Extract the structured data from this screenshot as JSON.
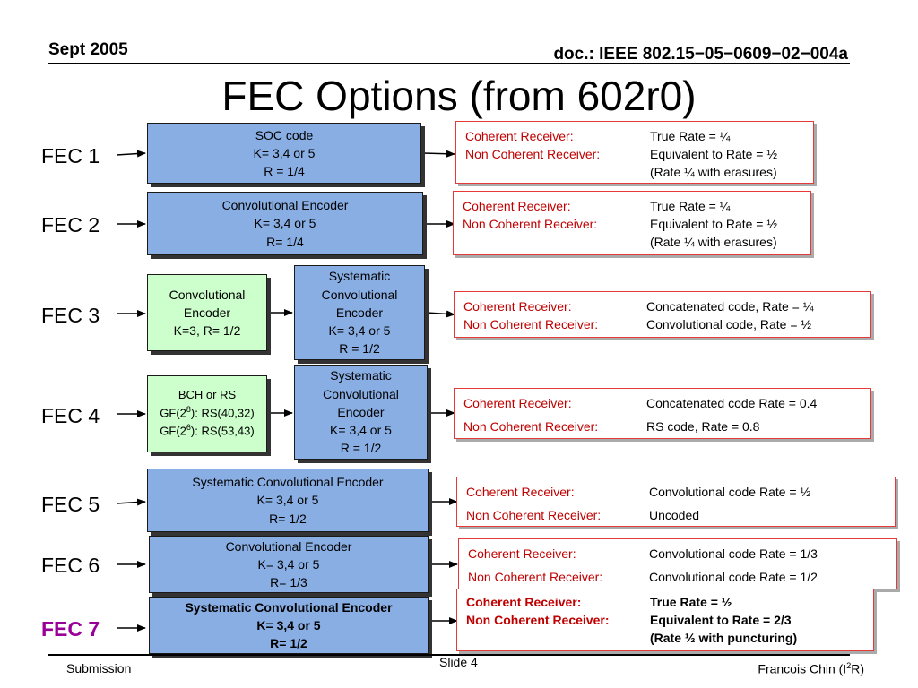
{
  "header": {
    "date": "Sept 2005",
    "doc_id": "doc.: IEEE 802.15−05−0609−02−004a"
  },
  "title": "FEC Options (from 602r0)",
  "fecs": [
    {
      "label": "FEC 1",
      "color": "#000000",
      "encoders": [
        {
          "lines": [
            "SOC code",
            "K= 3,4 or 5",
            "R = 1/4"
          ]
        }
      ],
      "result": [
        [
          "Coherent Receiver:",
          "True Rate = ¼"
        ],
        [
          "Non Coherent Receiver:",
          "Equivalent to Rate = ½"
        ],
        [
          "",
          "(Rate ¼ with erasures)"
        ]
      ]
    },
    {
      "label": "FEC 2",
      "color": "#000000",
      "encoders": [
        {
          "lines": [
            "Convolutional Encoder",
            "K= 3,4 or 5",
            "R= 1/4"
          ]
        }
      ],
      "result": [
        [
          "Coherent Receiver:",
          "True Rate = ¼"
        ],
        [
          "Non Coherent Receiver:",
          "Equivalent to Rate = ½"
        ],
        [
          "",
          "(Rate ¼ with erasures)"
        ]
      ]
    },
    {
      "label": "FEC 3",
      "color": "#000000",
      "encoders": [
        {
          "lines": [
            "Convolutional",
            "Encoder",
            "K=3, R= 1/2"
          ]
        },
        {
          "lines": [
            "Systematic",
            "Convolutional",
            "Encoder",
            "K= 3,4 or 5",
            "R = 1/2"
          ]
        }
      ],
      "result": [
        [
          "Coherent Receiver:",
          "Concatenated code, Rate = ¼"
        ],
        [
          "Non Coherent Receiver:",
          "Convolutional code, Rate = ½"
        ]
      ]
    },
    {
      "label": "FEC 4",
      "color": "#000000",
      "encoders": [
        {
          "lines": [
            "BCH or RS"
          ],
          "gf": [
            [
              "GF(2",
              "8",
              "): RS(40,32)"
            ],
            [
              "GF(2",
              "6",
              "): RS(53,43)"
            ]
          ]
        },
        {
          "lines": [
            "Systematic",
            "Convolutional",
            "Encoder",
            "K= 3,4 or 5",
            "R = 1/2"
          ]
        }
      ],
      "result": [
        [
          "Coherent Receiver:",
          "Concatenated code Rate = 0.4"
        ],
        [
          "Non Coherent Receiver:",
          "RS code, Rate = 0.8"
        ]
      ]
    },
    {
      "label": "FEC 5",
      "color": "#000000",
      "encoders": [
        {
          "lines": [
            "Systematic Convolutional Encoder",
            "K= 3,4 or 5",
            "R= 1/2"
          ]
        }
      ],
      "result": [
        [
          "Coherent Receiver:",
          "Convolutional code Rate = ½"
        ],
        [
          "Non Coherent Receiver:",
          "Uncoded"
        ]
      ]
    },
    {
      "label": "FEC 6",
      "color": "#000000",
      "encoders": [
        {
          "lines": [
            "Convolutional Encoder",
            "K= 3,4 or 5",
            "R= 1/3"
          ]
        }
      ],
      "result": [
        [
          "Coherent Receiver:",
          "Convolutional code Rate = 1/3"
        ],
        [
          "Non Coherent Receiver:",
          "Convolutional code Rate = 1/2"
        ]
      ]
    },
    {
      "label": "FEC 7",
      "color": "#990099",
      "encoders": [
        {
          "lines": [
            "Systematic Convolutional Encoder",
            "K= 3,4 or 5",
            "R= 1/2"
          ]
        }
      ],
      "result": [
        [
          "Coherent Receiver:",
          "True Rate = ½"
        ],
        [
          "Non Coherent Receiver:",
          "Equivalent to Rate = 2/3"
        ],
        [
          "",
          "(Rate ½  with puncturing)"
        ]
      ]
    }
  ],
  "footer": {
    "submission": "Submission",
    "slide": "Slide 4",
    "author_prefix": "Francois Chin (I",
    "author_sup": "2",
    "author_suffix": "R)"
  },
  "colors": {
    "encoder_fill": "#88aee4",
    "encoder_fill_alt": "#ccffcc",
    "result_border": "#e53a3a",
    "receiver_label": "#c00000",
    "highlight_label": "#990099"
  }
}
